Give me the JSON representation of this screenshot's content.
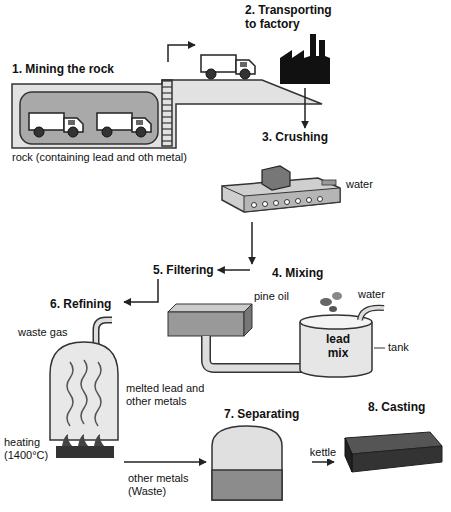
{
  "diagram": {
    "nodes": [
      {
        "text": [
          "1. Mining the rock",
          "rock (containing lead and oth metal)"
        ]
      },
      {
        "text": [
          "2. Transporting to factory"
        ]
      },
      {
        "text": [
          "3. Crushing"
        ]
      },
      {
        "text": [
          "4. Mixing"
        ]
      },
      {
        "text": [
          "lead mix"
        ],
        "in": 3
      },
      {
        "text": [
          "5. Filtering"
        ]
      },
      {
        "text": [
          "6. Refining"
        ]
      },
      {
        "text": [
          "7. Separating"
        ]
      },
      {
        "text": [
          "8. Casting"
        ]
      }
    ],
    "edges": [
      {
        "from": 0,
        "to": 1,
        "arrow": "to"
      },
      {
        "from": 1,
        "to": 2,
        "arrow": "to"
      },
      {
        "from": 2,
        "to": 3,
        "arrow": "to"
      },
      {
        "from": 3,
        "to": 5,
        "arrow": "to"
      },
      {
        "from": 5,
        "to": 6,
        "arrow": "to"
      },
      {
        "from": 6,
        "to": 7,
        "arrow": "to"
      },
      {
        "from": 7,
        "to": 8,
        "label": "kettle",
        "arrow": "to"
      }
    ],
    "labels": [
      "water",
      "pine oil",
      "water",
      "tank",
      "waste gas",
      "melted lead and other metals",
      "heating (1400°C)",
      "other metals (Waste)"
    ]
  }
}
